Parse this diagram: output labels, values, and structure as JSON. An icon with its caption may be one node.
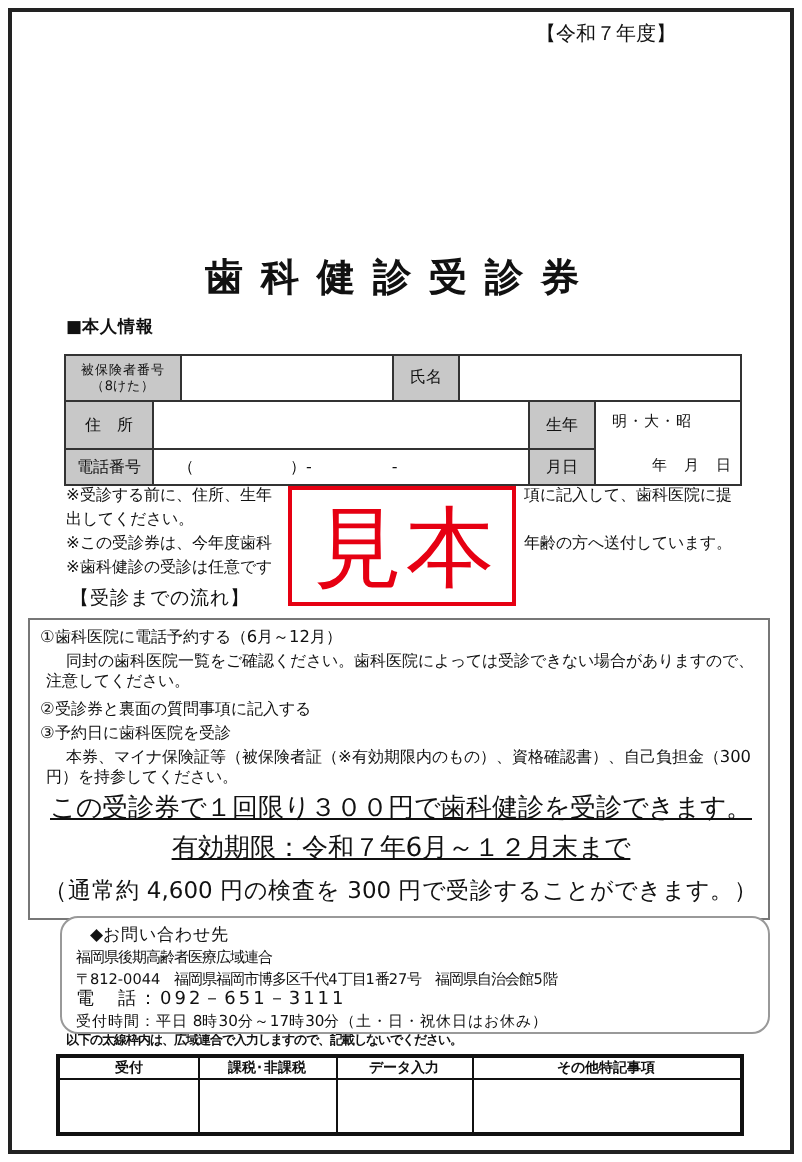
{
  "diagram": {
    "title": "歯科健診受診券",
    "nodes": [
      {
        "text": [
          "見本"
        ]
      },
      {
        "text": [
          "【受診までの流れ】",
          "①歯科医院に電話予約する（6月～12月）",
          "同封の歯科医院一覧をご確認ください。歯科医院によっては受診できない場合がありますので、注意してください。",
          "②受診券と裏面の質問事項に記入する",
          "③予約日に歯科医院を受診",
          "本券、マイナ保険証等（被保険者証（※有効期限内のもの）、資格確認書）、自己負担金（300円）を持参してください。",
          "この受診券で１回限り３００円で歯科健診を受診できます。",
          "有効期限：令和７年6月～１２月末まで",
          "（通常約 4,600 円の検査を 300 円で受診することができます。）"
        ]
      },
      {
        "text": [
          "◆お問い合わせ先",
          "福岡県後期高齢者医療広域連合",
          "〒812-0044　福岡県福岡市博多区千代4丁目1番27号　福岡県自治会館5階",
          "電　話：092－651－3111",
          "受付時間：平日 8時30分～17時30分（土・日・祝休日はお休み）"
        ]
      }
    ],
    "labels": [
      "【令和７年度】",
      "■本人情報",
      "被保険者番号（8けた）",
      "氏名",
      "住　所",
      "生年",
      "明・大・昭",
      "電話番号",
      "（　　　　　　）-　　　　　-",
      "月日",
      "年　月　日",
      "※受診する前に、住所、生年",
      "項に記入して、歯科医院に提",
      "出してください。",
      "※この受診券は、今年度歯科",
      "年齢の方へ送付しています。",
      "※歯科健診の受診は任意です",
      "以下の太線枠内は、広域連合で入力しますので、記載しないでください。",
      "受付",
      "課税･非課税",
      "データ入力",
      "その他特記事項"
    ]
  }
}
